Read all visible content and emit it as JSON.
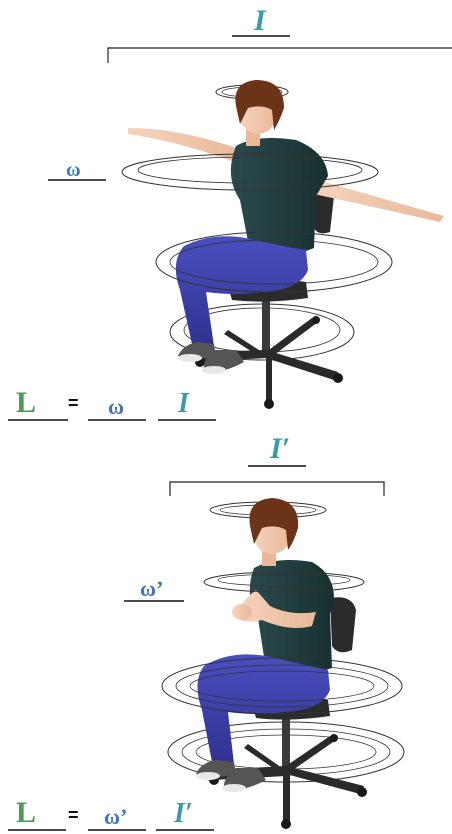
{
  "top": {
    "inertia_label": "I",
    "omega_label": "ω",
    "equation": {
      "lhs": "L",
      "equals": "=",
      "factor1": "ω",
      "factor2": "I"
    }
  },
  "bottom": {
    "inertia_label": "I′",
    "omega_label": "ω’",
    "equation": {
      "lhs": "L",
      "equals": "=",
      "factor1": "ω’",
      "factor2": "I′"
    }
  },
  "colors": {
    "inertia": "#3a9aa6",
    "omega": "#3f76b8",
    "angular_momentum": "#4f9a5a",
    "shirt": "#1f3b3e",
    "pants": "#3b3fa8",
    "hair": "#6b3418",
    "chair": "#2a2a2a"
  }
}
